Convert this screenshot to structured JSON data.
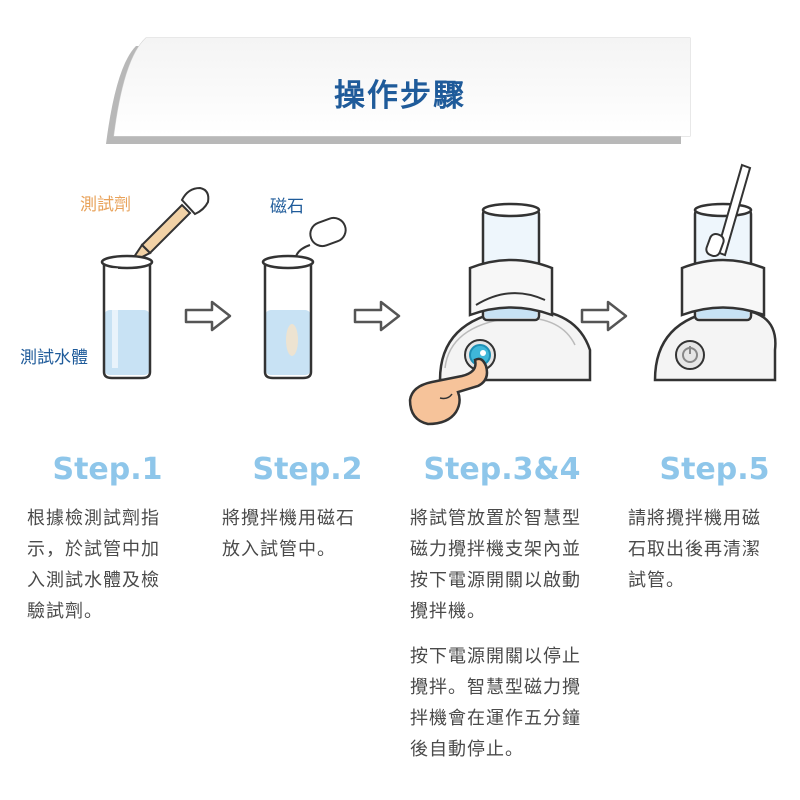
{
  "title": "操作步驟",
  "labels": {
    "reagent": "測試劑",
    "magnet": "磁石",
    "water": "測試水體"
  },
  "steps": [
    {
      "heading": "Step.1",
      "text": "根據檢測試劑指\n示，於試管中加\n入測試水體及檢\n驗試劑。"
    },
    {
      "heading": "Step.2",
      "text": "將攪拌機用磁石\n放入試管中。"
    },
    {
      "heading": "Step.3&4",
      "text": "將試管放置於智慧型\n磁力攪拌機支架內並\n按下電源開關以啟動\n攪拌機。",
      "text2": "按下電源開關以停止\n攪拌。智慧型磁力攪\n拌機會在運作五分鐘\n後自動停止。"
    },
    {
      "heading": "Step.5",
      "text": "請將攪拌機用磁\n石取出後再清潔\n試管。"
    }
  ],
  "colors": {
    "title": "#1f5b9a",
    "step_heading": "#8ec6ea",
    "reagent_label": "#e8a25a",
    "water": "#c8e2f4",
    "finger": "#f6c39a",
    "button": "#3fb7d9"
  }
}
